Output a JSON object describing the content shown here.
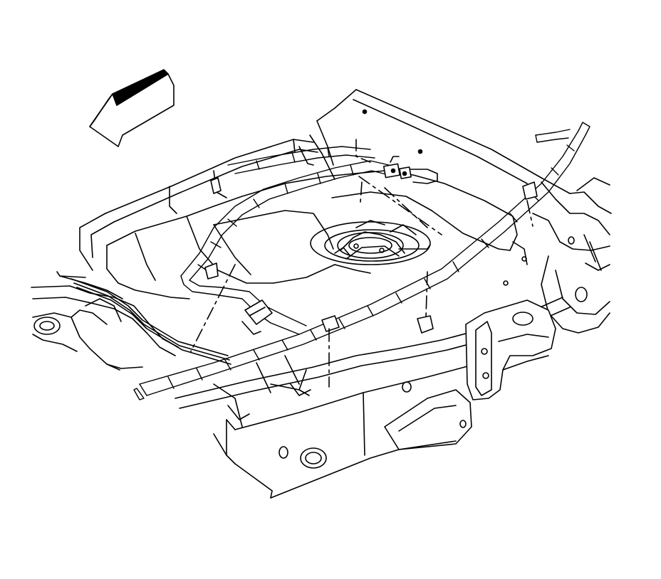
{
  "diagram": {
    "kind": "line-art technical illustration",
    "colors": {
      "line": "#000000",
      "background": "#ffffff"
    },
    "direction_arrow": {
      "icon": "front-direction-arrow-icon"
    },
    "parts": [
      "rear-crossmember",
      "frame-rail",
      "fuel-tank",
      "fuel-pump-module",
      "wiring-harness",
      "harness-clips",
      "harness-connector",
      "hitch-bracket"
    ]
  }
}
